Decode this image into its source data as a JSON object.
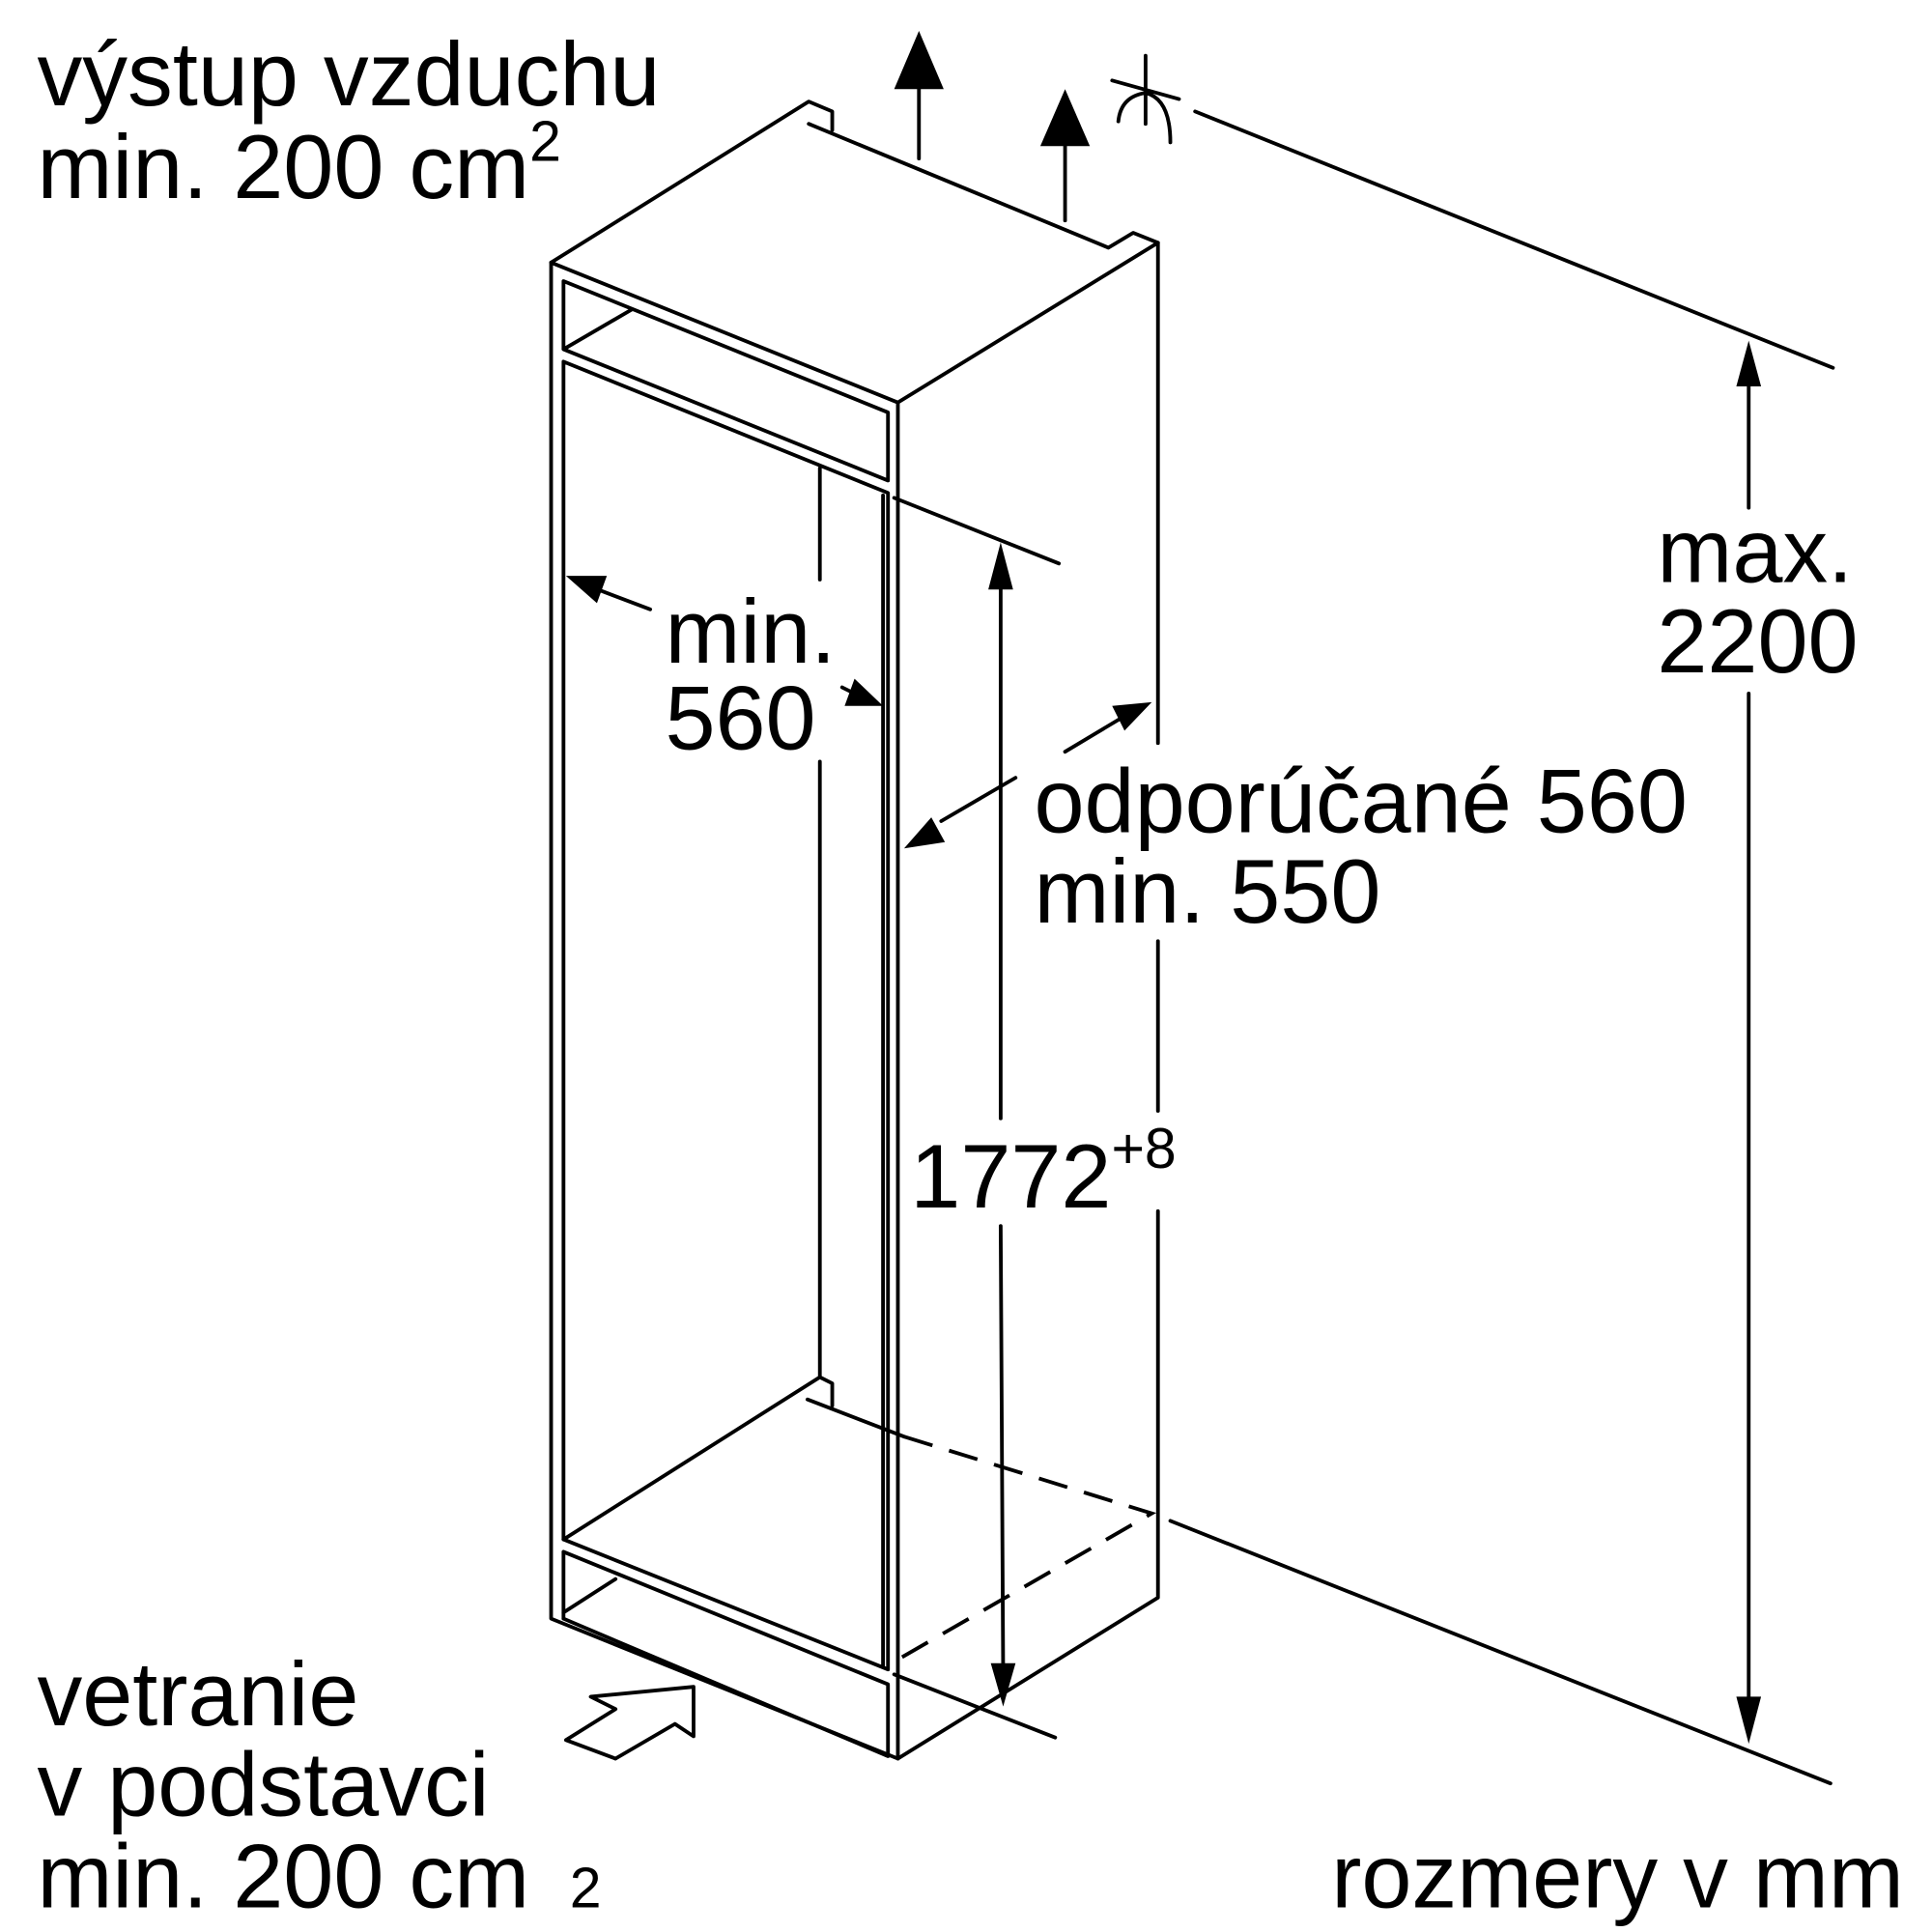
{
  "labels": {
    "air_outlet_line1": "výstup vzduchu",
    "air_outlet_line2": "min. 200 cm",
    "air_outlet_sup": "2",
    "min_width_line1": "min.",
    "min_width_line2": "560",
    "depth_line1": "odporúčané 560",
    "depth_line2": "min. 550",
    "niche_height": "1772",
    "niche_height_tolerance": "+8",
    "max_height_line1": "max.",
    "max_height_line2": "2200",
    "plinth_vent_line1": "vetranie",
    "plinth_vent_line2": "v podstavci",
    "plinth_vent_line3": "min. 200 cm",
    "plinth_vent_sup": "2",
    "units_note": "rozmery v mm"
  }
}
